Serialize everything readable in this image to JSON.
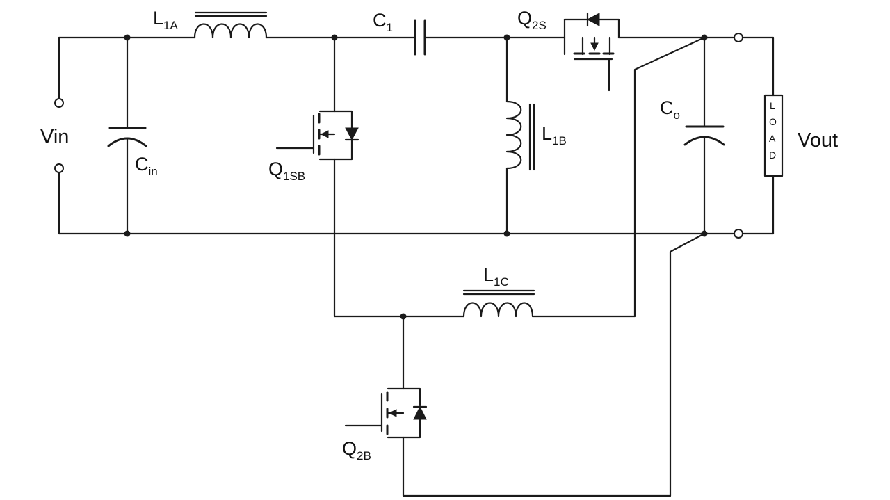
{
  "labels": {
    "L1A": {
      "main": "L",
      "sub": "1A"
    },
    "C1": {
      "main": "C",
      "sub": "1"
    },
    "Q2S": {
      "main": "Q",
      "sub": "2S"
    },
    "Vin": "Vin",
    "Cin": {
      "main": "C",
      "sub": "in"
    },
    "Q1SB": {
      "main": "Q",
      "sub": "1SB"
    },
    "L1B": {
      "main": "L",
      "sub": "1B"
    },
    "Co": {
      "main": "C",
      "sub": "o"
    },
    "Vout": "Vout",
    "load": [
      "L",
      "O",
      "A",
      "D"
    ],
    "L1C": {
      "main": "L",
      "sub": "1C"
    },
    "Q2B": {
      "main": "Q",
      "sub": "2B"
    }
  }
}
